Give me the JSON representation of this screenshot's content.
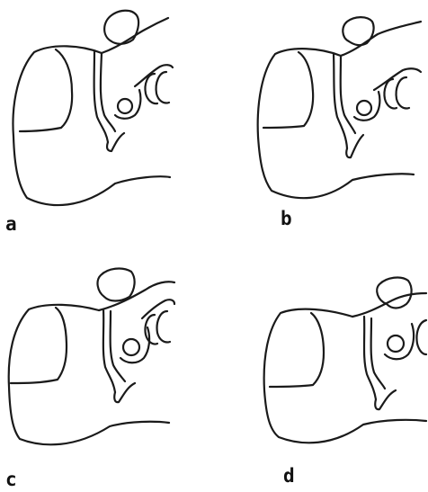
{
  "figure": {
    "panels": [
      {
        "id": "a",
        "label": "a"
      },
      {
        "id": "b",
        "label": "b"
      },
      {
        "id": "c",
        "label": "c"
      },
      {
        "id": "d",
        "label": "d"
      }
    ],
    "colors": {
      "background": "#ffffff",
      "line": "#1a1a1a"
    }
  }
}
